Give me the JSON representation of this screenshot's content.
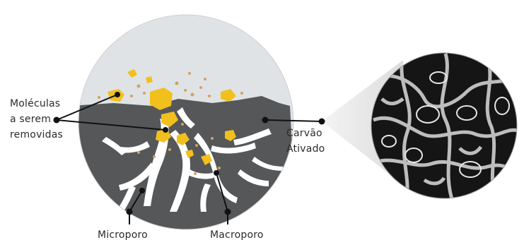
{
  "labels": {
    "molecules": [
      "Moléculas",
      "a serem",
      "removidas"
    ],
    "carbon": [
      "Carvão",
      "Ativado"
    ],
    "micropore": "Microporo",
    "macropore": "Macroporo"
  },
  "colors": {
    "liquid": "#dfe3e6",
    "carbon": "#555759",
    "pores": "#ffffff",
    "molecules": "#f2c01c",
    "small_particles": "#d4a063",
    "lines": "#111111"
  }
}
